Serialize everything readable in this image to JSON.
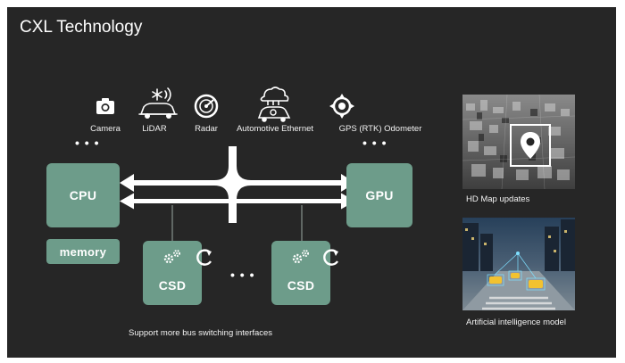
{
  "slide": {
    "title": "CXL Technology",
    "background_color": "#262626",
    "accent_box_color": "#6d9c8a"
  },
  "sensors": [
    {
      "label": "Camera",
      "icon": "camera-icon"
    },
    {
      "label": "LiDAR",
      "icon": "lidar-car-icon"
    },
    {
      "label": "Radar",
      "icon": "radar-icon"
    },
    {
      "label": "Automotive Ethernet",
      "icon": "automotive-ethernet-icon"
    },
    {
      "label": "GPS (RTK) Odometer",
      "icon": "gps-crosshair-icon"
    }
  ],
  "blocks": {
    "cpu": "CPU",
    "gpu": "GPU",
    "memory": "memory",
    "csd_left": "CSD",
    "csd_right": "CSD"
  },
  "ellipsis": "• • •",
  "csd_ellipsis": "• • •",
  "bottom_caption": "Support more bus switching interfaces",
  "side_panels": [
    {
      "caption": "HD Map updates",
      "icon": "map-pin-icon"
    },
    {
      "caption": "Artificial intelligence model"
    }
  ]
}
